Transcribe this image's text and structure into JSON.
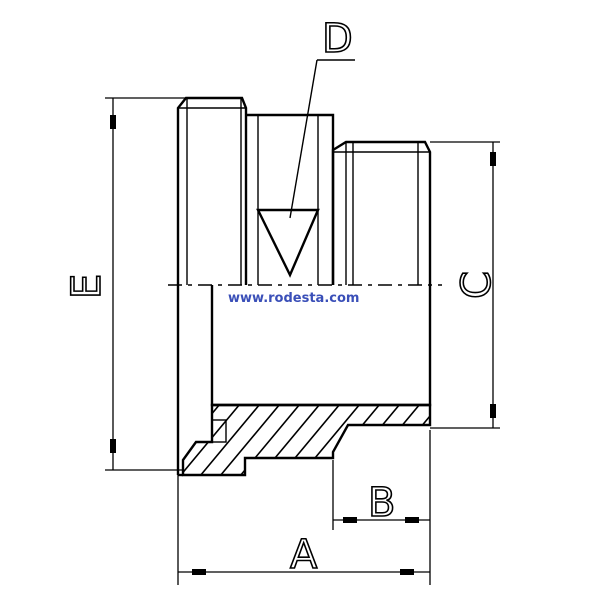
{
  "labels": {
    "a": "A",
    "b": "B",
    "c": "C",
    "d": "D",
    "e": "E"
  },
  "watermark": "www.rodesta.com",
  "colors": {
    "line": "#000000",
    "watermark": "#3a4fb8",
    "background": "#ffffff"
  }
}
